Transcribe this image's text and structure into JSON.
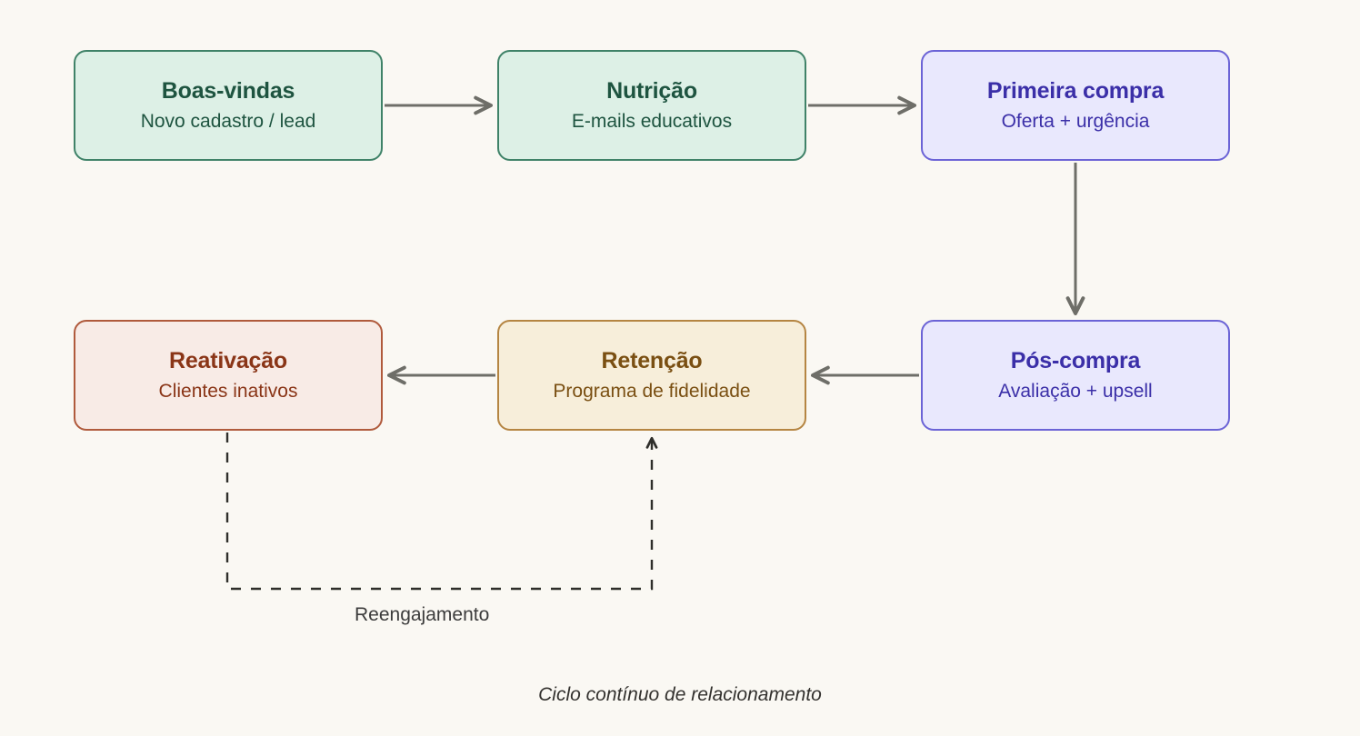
{
  "background_color": "#faf8f3",
  "diagram": {
    "caption": "Ciclo contínuo de relacionamento",
    "nodes": [
      {
        "id": "boas-vindas",
        "title": "Boas-vindas",
        "subtitle": "Novo cadastro / lead",
        "fill": "#ddf0e6",
        "border": "#3f8268",
        "text": "#1e5440"
      },
      {
        "id": "nutricao",
        "title": "Nutrição",
        "subtitle": "E-mails educativos",
        "fill": "#ddf0e6",
        "border": "#3f8268",
        "text": "#1e5440"
      },
      {
        "id": "primeira-compra",
        "title": "Primeira compra",
        "subtitle": "Oferta + urgência",
        "fill": "#e9e8fd",
        "border": "#6b63d6",
        "text": "#3b2fa8"
      },
      {
        "id": "pos-compra",
        "title": "Pós-compra",
        "subtitle": "Avaliação + upsell",
        "fill": "#e9e8fd",
        "border": "#6b63d6",
        "text": "#3b2fa8"
      },
      {
        "id": "retencao",
        "title": "Retenção",
        "subtitle": "Programa de fidelidade",
        "fill": "#f7eeda",
        "border": "#b58542",
        "text": "#7a4f12"
      },
      {
        "id": "reativacao",
        "title": "Reativação",
        "subtitle": "Clientes inativos",
        "fill": "#f8ebe6",
        "border": "#b05a3c",
        "text": "#8a3517"
      }
    ],
    "edges": [
      {
        "from": "boas-vindas",
        "to": "nutricao",
        "style": "solid",
        "label": "",
        "color": "#6e6e68"
      },
      {
        "from": "nutricao",
        "to": "primeira-compra",
        "style": "solid",
        "label": "",
        "color": "#6e6e68"
      },
      {
        "from": "primeira-compra",
        "to": "pos-compra",
        "style": "solid",
        "label": "",
        "color": "#6e6e68"
      },
      {
        "from": "pos-compra",
        "to": "retencao",
        "style": "solid",
        "label": "",
        "color": "#6e6e68"
      },
      {
        "from": "retencao",
        "to": "reativacao",
        "style": "solid",
        "label": "",
        "color": "#6e6e68"
      },
      {
        "from": "reativacao",
        "to": "retencao",
        "style": "dashed",
        "label": "Reengajamento",
        "color": "#2f2f2b"
      }
    ]
  }
}
